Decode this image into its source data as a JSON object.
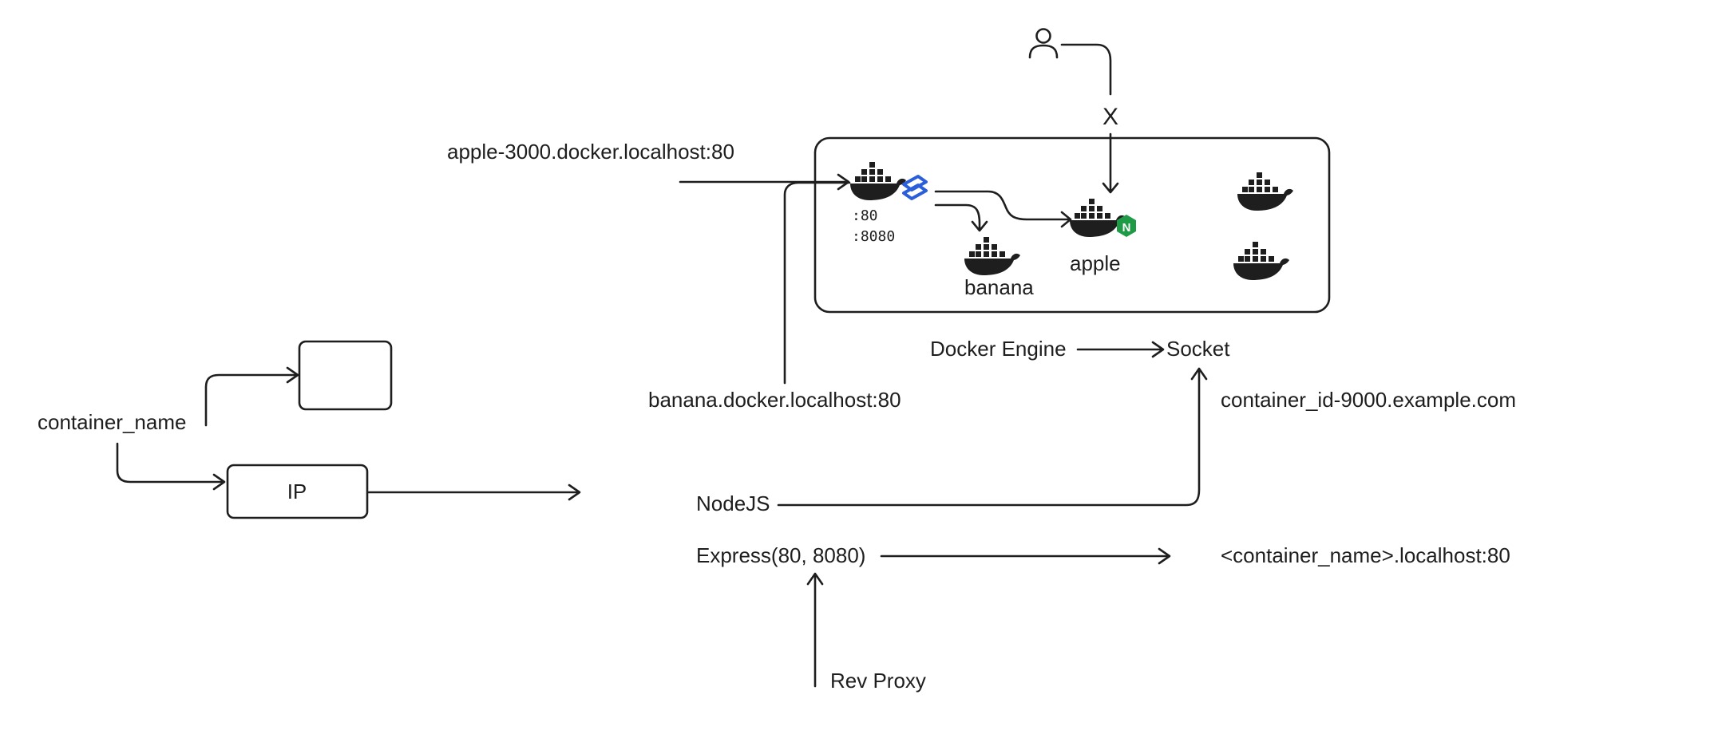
{
  "labels": {
    "apple_url": "apple-3000.docker.localhost:80",
    "port_80": ":80",
    "port_8080": ":8080",
    "banana": "banana",
    "apple": "apple",
    "x_mark": "X",
    "docker_engine": "Docker Engine",
    "socket": "Socket",
    "banana_url": "banana.docker.localhost:80",
    "container_id_url": "container_id-9000.example.com",
    "container_name": "container_name",
    "ip": "IP",
    "nodejs": "NodeJS",
    "express": "Express(80, 8080)",
    "container_localhost": "<container_name>.localhost:80",
    "rev_proxy": "Rev Proxy",
    "nginx_badge": "N"
  },
  "icons": {
    "docker": "docker-whale-icon",
    "traefik": "traefik-icon",
    "nginx": "nginx-icon",
    "user": "user-icon"
  },
  "colors": {
    "ink": "#1e1e1e",
    "traefik_blue": "#2b5fd9",
    "nginx_green": "#1f9a47"
  }
}
